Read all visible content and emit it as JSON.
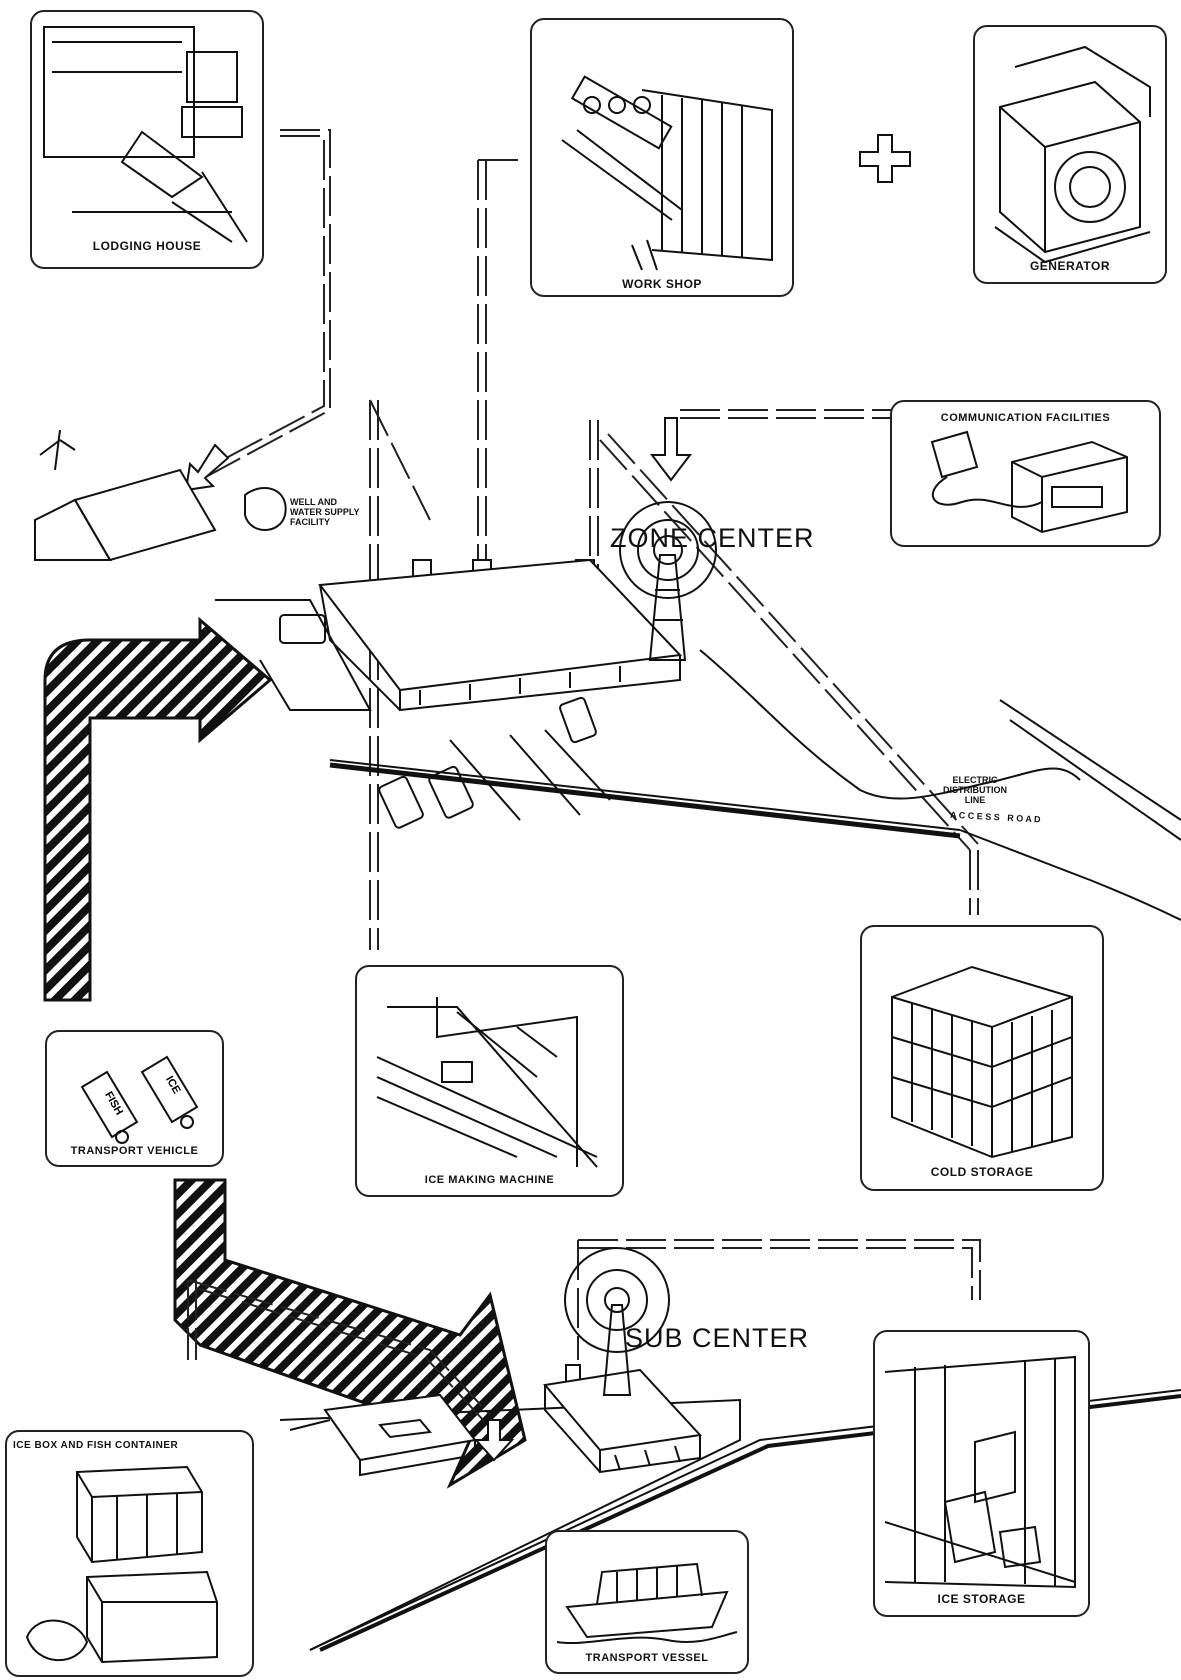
{
  "panels": {
    "lodging_house": "LODGING HOUSE",
    "work_shop": "WORK SHOP",
    "generator": "GENERATOR",
    "communication": "COMMUNICATION FACILITIES",
    "transport_vehicle": "TRANSPORT VEHICLE",
    "ice_making_machine": "ICE MAKING MACHINE",
    "cold_storage": "COLD STORAGE",
    "ice_box": "ICE BOX AND FISH CONTAINER",
    "transport_vessel": "TRANSPORT VESSEL",
    "ice_storage": "ICE STORAGE"
  },
  "centers": {
    "zone": "ZONE CENTER",
    "sub": "SUB CENTER"
  },
  "labels": {
    "well_supply": "WELL AND WATER SUPPLY FACILITY",
    "electric_line": "ELECTRIC DISTRIBUTION LINE",
    "access_road": "A C C E S S   R O A D"
  },
  "truck_texts": {
    "fish": "FISH",
    "ice": "ICE"
  },
  "plus_sign": "+",
  "colors": {
    "ink": "#111111",
    "paper": "#ffffff"
  }
}
